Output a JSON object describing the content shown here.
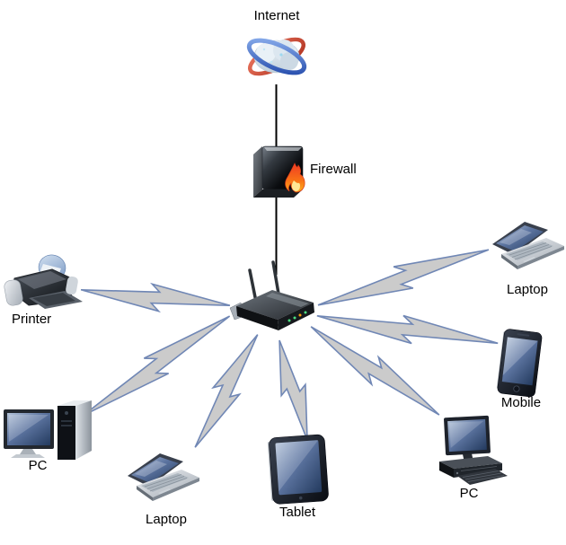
{
  "diagram_type": "network-topology",
  "background": "#ffffff",
  "nodes": {
    "internet": {
      "label": "Internet",
      "icon": "internet-globe-icon"
    },
    "firewall": {
      "label": "Firewall",
      "icon": "firewall-flame-box-icon"
    },
    "router": {
      "label": "",
      "icon": "wireless-router-icon"
    },
    "printer": {
      "label": "Printer",
      "icon": "printer-icon"
    },
    "laptop_top": {
      "label": "Laptop",
      "icon": "laptop-icon"
    },
    "mobile": {
      "label": "Mobile",
      "icon": "smartphone-icon"
    },
    "pc_right": {
      "label": "PC",
      "icon": "desktop-computer-icon"
    },
    "tablet": {
      "label": "Tablet",
      "icon": "tablet-icon"
    },
    "laptop_bottom": {
      "label": "Laptop",
      "icon": "laptop-icon"
    },
    "pc_left": {
      "label": "PC",
      "icon": "tower-computer-icon"
    }
  },
  "connections": {
    "wired": [
      {
        "from": "internet",
        "to": "firewall"
      },
      {
        "from": "firewall",
        "to": "router"
      }
    ],
    "wireless": [
      {
        "from": "router",
        "to": "printer"
      },
      {
        "from": "router",
        "to": "laptop_top"
      },
      {
        "from": "router",
        "to": "mobile"
      },
      {
        "from": "router",
        "to": "pc_right"
      },
      {
        "from": "router",
        "to": "tablet"
      },
      {
        "from": "router",
        "to": "laptop_bottom"
      },
      {
        "from": "router",
        "to": "pc_left"
      }
    ]
  },
  "colors": {
    "bolt_fill": "#cbcbcb",
    "bolt_stroke": "#7087b5",
    "wire": "#000000",
    "label_text": "#000000"
  }
}
